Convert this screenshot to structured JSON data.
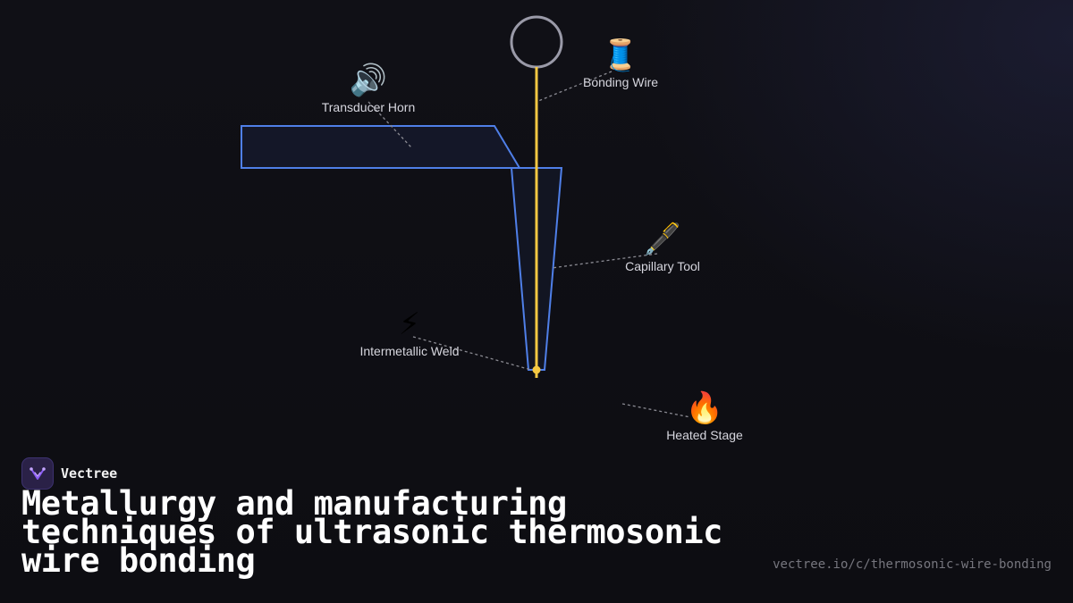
{
  "diagram": {
    "callouts": [
      {
        "id": "transducer-horn",
        "icon": "speaker-icon",
        "emoji": "🔊",
        "label": "Transducer Horn"
      },
      {
        "id": "bonding-wire",
        "icon": "thread-spool-icon",
        "emoji": "🧵",
        "label": "Bonding Wire"
      },
      {
        "id": "capillary-tool",
        "icon": "pen-icon",
        "emoji": "🖋️",
        "label": "Capillary Tool"
      },
      {
        "id": "intermetallic-weld",
        "icon": "lightning-icon",
        "emoji": "⚡",
        "label": "Intermetallic Weld"
      },
      {
        "id": "heated-stage",
        "icon": "fire-icon",
        "emoji": "🔥",
        "label": "Heated Stage"
      }
    ],
    "colors": {
      "horn_stroke": "#4f7fe8",
      "wire": "#f5c842",
      "spool_ring": "#9a9aa8",
      "leader": "#8a8a92"
    }
  },
  "brand": {
    "name": "Vectree",
    "logo_icon": "vectree-logo-icon",
    "accent": "#8b5cf6"
  },
  "title": "Metallurgy and manufacturing techniques of ultrasonic thermosonic wire bonding",
  "url": "vectree.io/c/thermosonic-wire-bonding"
}
